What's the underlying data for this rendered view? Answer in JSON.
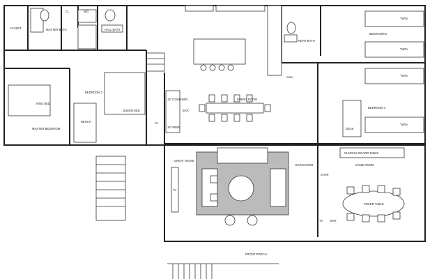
{
  "rooms": {
    "closet": "CLOSET",
    "master_bath": "MASTER BATH",
    "cl_top": "CL",
    "wd": "WD",
    "hall_bath": "HALL BATH",
    "rear_bath": "REAR BATH",
    "bedroom5": "BEDROOM 5",
    "bedroom4": "BEDROOM 4",
    "bedroom2": "BEDROOM 2",
    "master_bedroom": "MASTER BEDROOM",
    "dining_room": "DINING ROOM",
    "great_room": "GREAT ROOM",
    "barn_door": "BARN DOOR",
    "game_room": "GAME ROOM",
    "front_porch": "FRONT PORCH",
    "cl_mid": "CL",
    "linen": "LINEN"
  },
  "fixtures": {
    "icemaker": "15\" ICEMAKER",
    "bar": "BAR",
    "wine": "15\" WINE",
    "tv": "TV",
    "bench": "BENCH",
    "shuffle_board": "SHUFFLE BOARD TABLE",
    "poker_table": "POKER TABLE",
    "tv_game": "TV",
    "bar_game": "BAR",
    "twin": "TWIN",
    "queen_bed": "QUEEN BED",
    "king_bed": "KING BED",
    "desk": "DESK",
    "stor": "STOR"
  }
}
